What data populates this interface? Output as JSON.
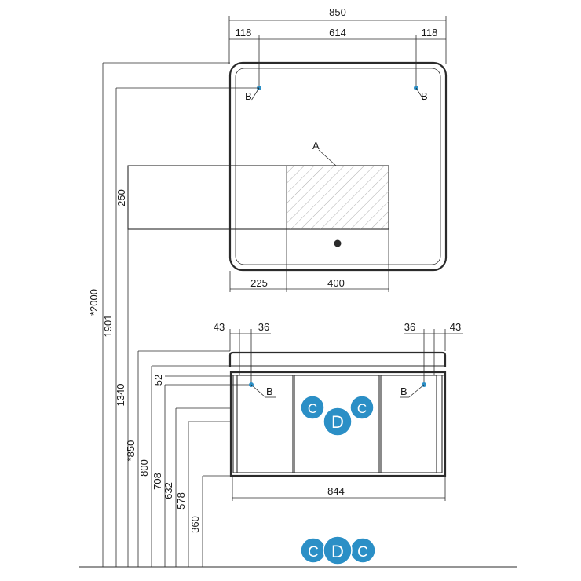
{
  "mirror": {
    "width_total": "850",
    "seg_left": "118",
    "seg_mid": "614",
    "seg_right": "118",
    "shelf_height": "250",
    "shelf_left_width": "225",
    "shelf_right_width": "400",
    "label_a": "A",
    "label_b": "B"
  },
  "cabinet": {
    "top_left_outer": "43",
    "top_left_inner": "36",
    "top_right_inner": "36",
    "top_right_outer": "43",
    "width": "844",
    "label_b": "B",
    "label_c": "C",
    "label_d": "D"
  },
  "heights": {
    "h_2000": "*2000",
    "h_1901": "1901",
    "h_1340": "1340",
    "h_850": "*850",
    "h_800": "800",
    "h_708": "708",
    "h_632": "632",
    "h_578": "578",
    "h_360": "360",
    "h_52": "52"
  },
  "legend": {
    "c": "C",
    "d": "D"
  },
  "colors": {
    "badge": "#2b8fc6",
    "badge_light": "#4aa6d8",
    "line": "#2b2b2b"
  }
}
